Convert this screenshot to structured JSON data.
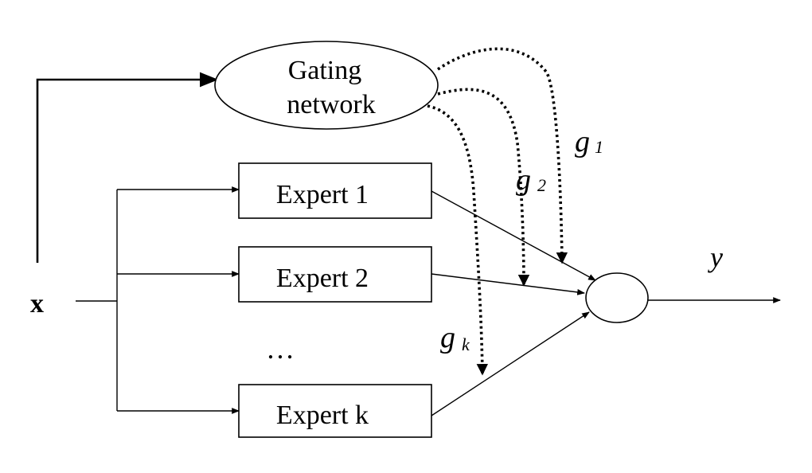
{
  "diagram": {
    "gating_network": {
      "line1": "Gating",
      "line2": "network"
    },
    "experts": [
      "Expert 1",
      "Expert 2",
      "Expert k"
    ],
    "ellipsis": "…",
    "input_label": "x",
    "output_label": "y",
    "gates": [
      {
        "base": "g",
        "sub": "1"
      },
      {
        "base": "g",
        "sub": "2"
      },
      {
        "base": "g",
        "sub": "k"
      }
    ]
  }
}
